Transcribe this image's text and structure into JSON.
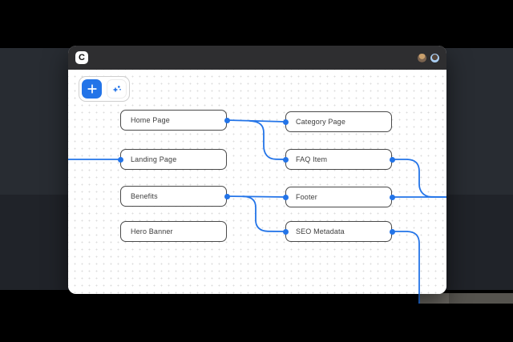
{
  "app": {
    "logo_text": "C",
    "header": {
      "avatar_count": 2
    }
  },
  "toolbar": {
    "buttons": [
      {
        "name": "add-node-button",
        "icon": "plus-icon"
      },
      {
        "name": "ai-assist-button",
        "icon": "sparkle-icon"
      }
    ]
  },
  "canvas": {
    "nodes": [
      {
        "id": "home-page",
        "label": "Home Page"
      },
      {
        "id": "landing-page",
        "label": "Landing Page"
      },
      {
        "id": "benefits",
        "label": "Benefits"
      },
      {
        "id": "hero-banner",
        "label": "Hero Banner"
      },
      {
        "id": "category-page",
        "label": "Category Page"
      },
      {
        "id": "faq-item",
        "label": "FAQ Item"
      },
      {
        "id": "footer",
        "label": "Footer"
      },
      {
        "id": "seo-metadata",
        "label": "SEO Metadata"
      }
    ],
    "edges": [
      {
        "from": "home-page",
        "to": "category-page"
      },
      {
        "from": "home-page",
        "to": "faq-item"
      },
      {
        "from": "offscreen-left",
        "to": "landing-page"
      },
      {
        "from": "benefits",
        "to": "footer"
      },
      {
        "from": "benefits",
        "to": "seo-metadata"
      },
      {
        "from": "faq-item",
        "to": "offscreen-right"
      },
      {
        "from": "footer",
        "to": "offscreen-right"
      },
      {
        "from": "seo-metadata",
        "to": "offscreen-bottom"
      }
    ]
  },
  "colors": {
    "accent": "#2374e8",
    "header_bg": "#2e2e30",
    "node_border": "#4a4a4a",
    "backdrop_upper": "#282c32",
    "backdrop_lower": "#202329"
  }
}
